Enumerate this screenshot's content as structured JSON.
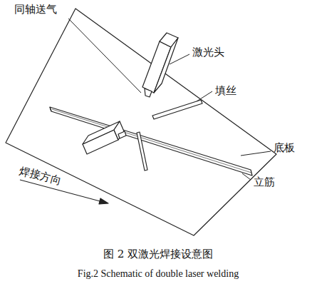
{
  "diagram": {
    "caption": "图 2 双激光焊接设意图",
    "labels": [
      "同轴送气",
      "激光头",
      "填丝",
      "底板",
      "立筋",
      "焊接方向",
      "Fig.2 Schematic of double laser welding"
    ]
  }
}
